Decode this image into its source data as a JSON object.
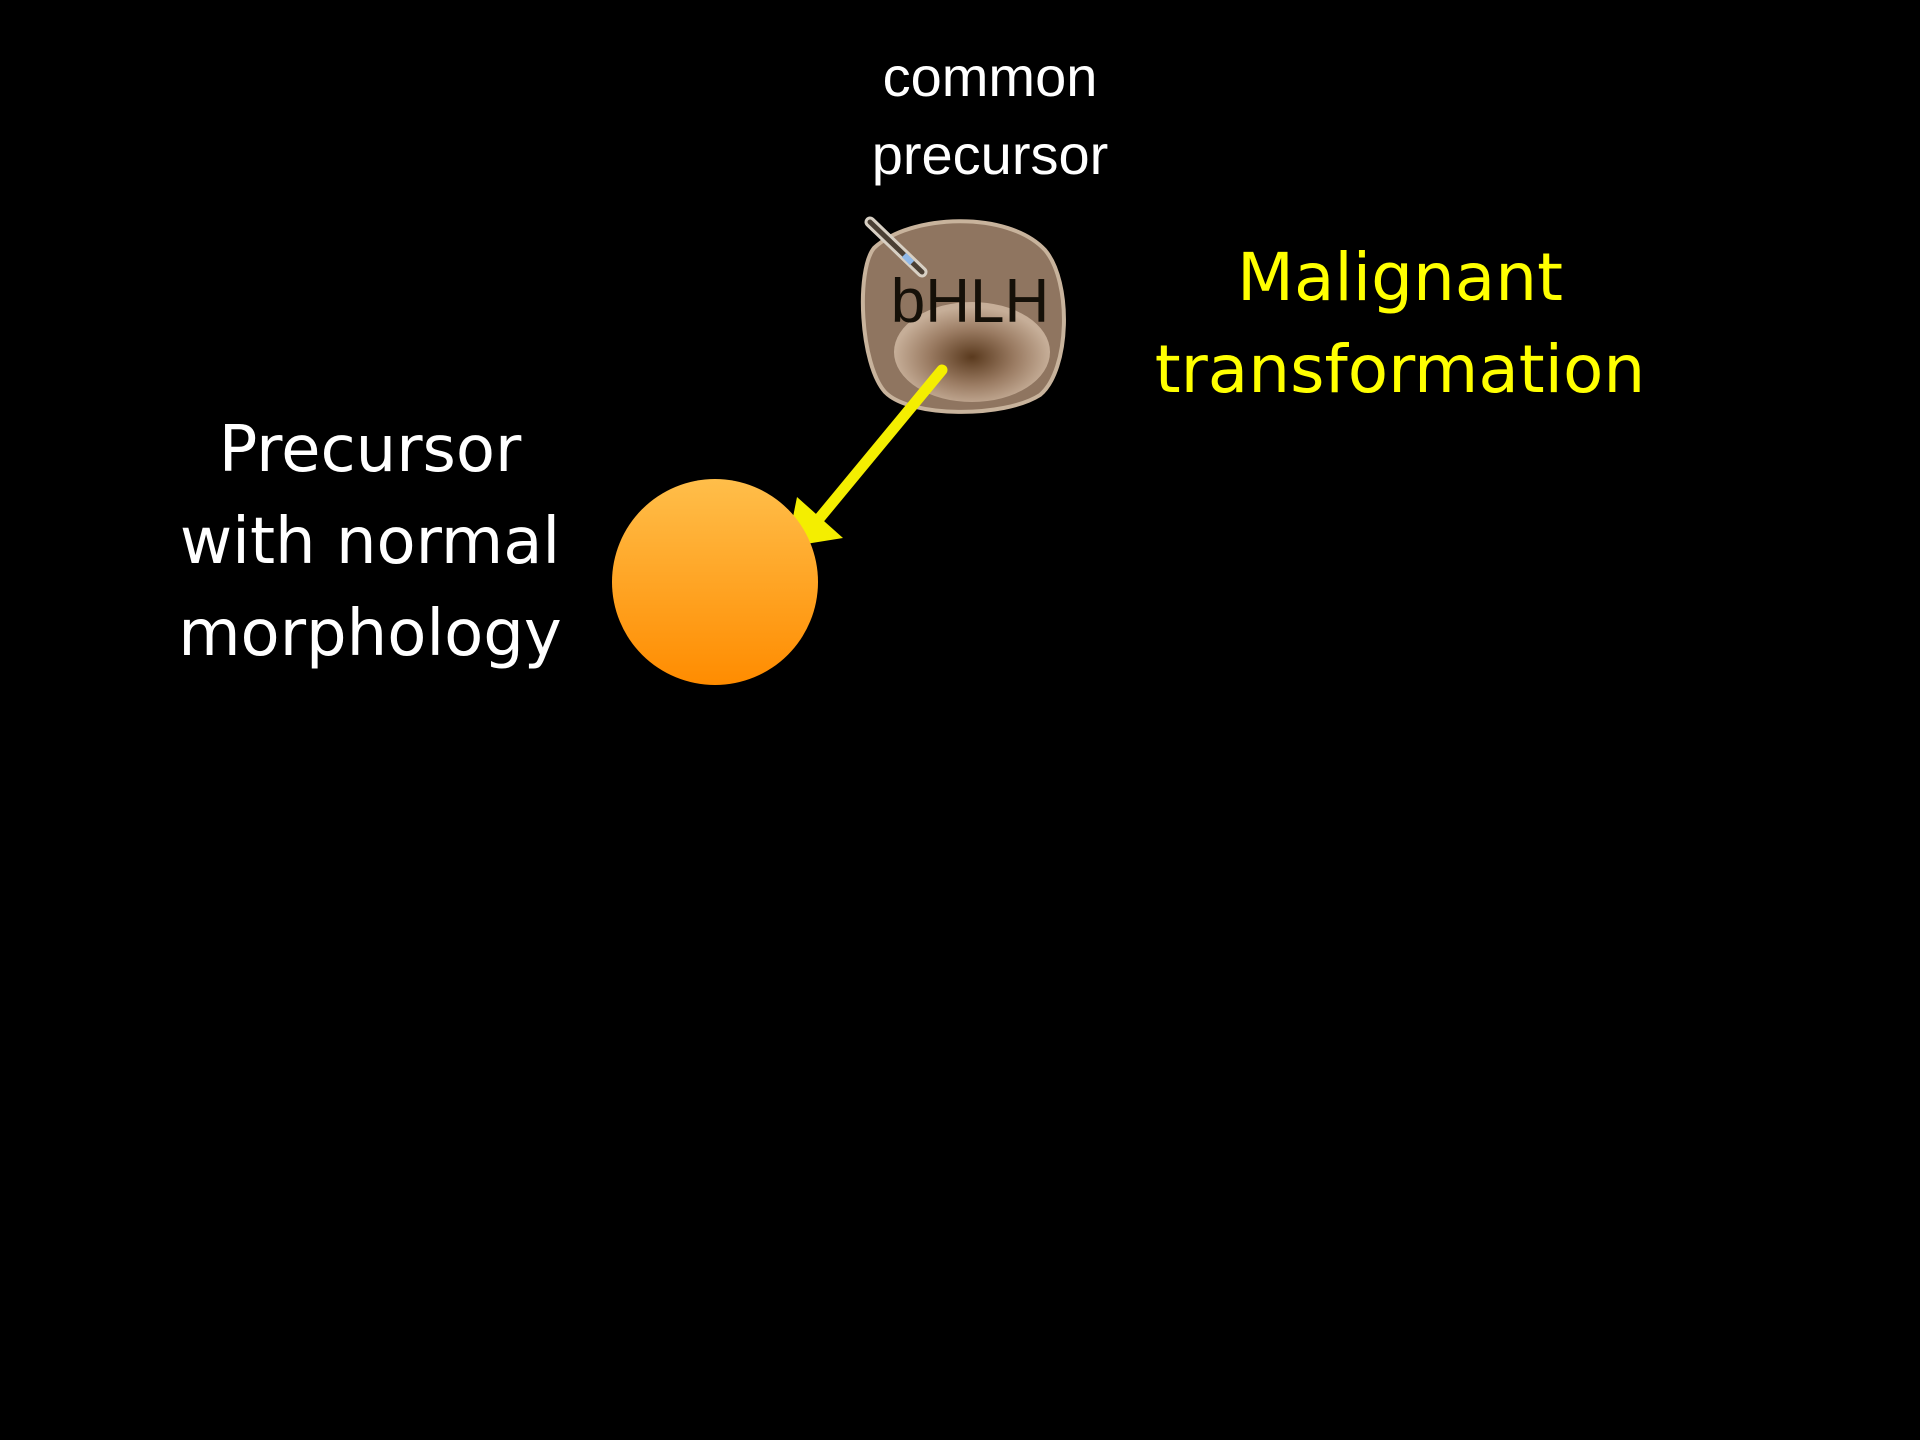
{
  "labels": {
    "common_precursor": "common\nprecursor",
    "normal_precursor": "Precursor\nwith normal\nmorphology",
    "malignant": "Malignant\ntransformation"
  },
  "cell": {
    "marker": "bHLH"
  },
  "colors": {
    "background": "#000000",
    "text": "#ffffff",
    "accent": "#ffff00",
    "arrow": "#f4ee00",
    "normal_cell_top": "#ffbe4a",
    "normal_cell_bottom": "#ff8c00",
    "precursor_cell_body": "#8f7560",
    "precursor_cell_core": "#5a3a1e"
  },
  "icons": {
    "injection": "syringe-icon"
  }
}
